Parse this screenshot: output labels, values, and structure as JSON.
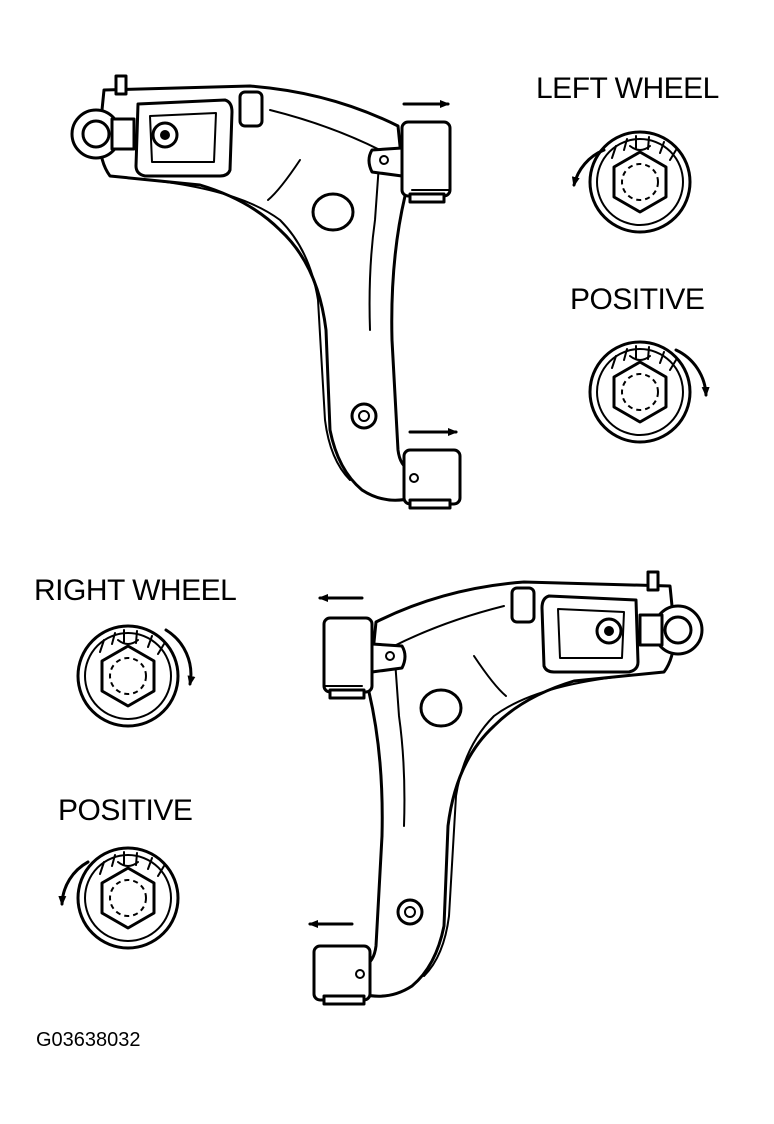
{
  "figure_id": "G03638032",
  "left_wheel": {
    "title": "LEFT WHEEL",
    "positive_label": "POSITIVE"
  },
  "right_wheel": {
    "title": "RIGHT WHEEL",
    "positive_label": "POSITIVE"
  }
}
